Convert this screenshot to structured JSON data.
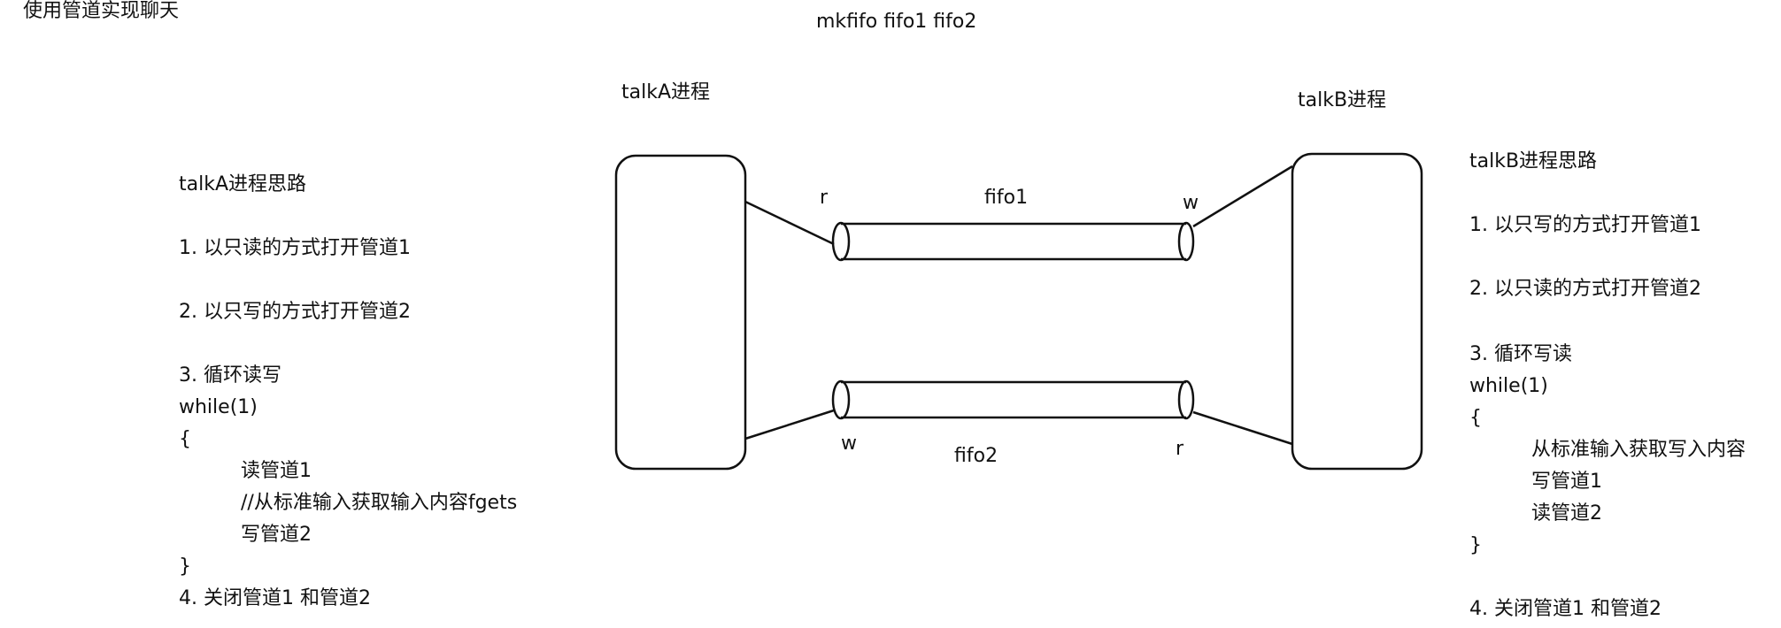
{
  "title": "使用管道实现聊天",
  "command": "mkfifo fifo1 fifo2",
  "processes": {
    "a_label": "talkA进程",
    "b_label": "talkB进程"
  },
  "pipes": {
    "fifo1": {
      "name": "fifo1",
      "left_end": "r",
      "right_end": "w"
    },
    "fifo2": {
      "name": "fifo2",
      "left_end": "w",
      "right_end": "r"
    }
  },
  "talkA": {
    "heading": "talkA进程思路",
    "step1": "1. 以只读的方式打开管道1",
    "step2": "2. 以只写的方式打开管道2",
    "step3": "3. 循环读写",
    "while": "while(1)",
    "brace_open": "{",
    "body1": "读管道1",
    "body2": "//从标准输入获取输入内容fgets",
    "body3": "写管道2",
    "brace_close": "}",
    "step4": "4. 关闭管道1 和管道2"
  },
  "talkB": {
    "heading": "talkB进程思路",
    "step1": "1. 以只写的方式打开管道1",
    "step2": "2. 以只读的方式打开管道2",
    "step3": "3. 循环写读",
    "while": "while(1)",
    "brace_open": "{",
    "body1": "从标准输入获取写入内容",
    "body2": "写管道1",
    "body3": "读管道2",
    "brace_close": "}",
    "step4": "4. 关闭管道1 和管道2"
  }
}
